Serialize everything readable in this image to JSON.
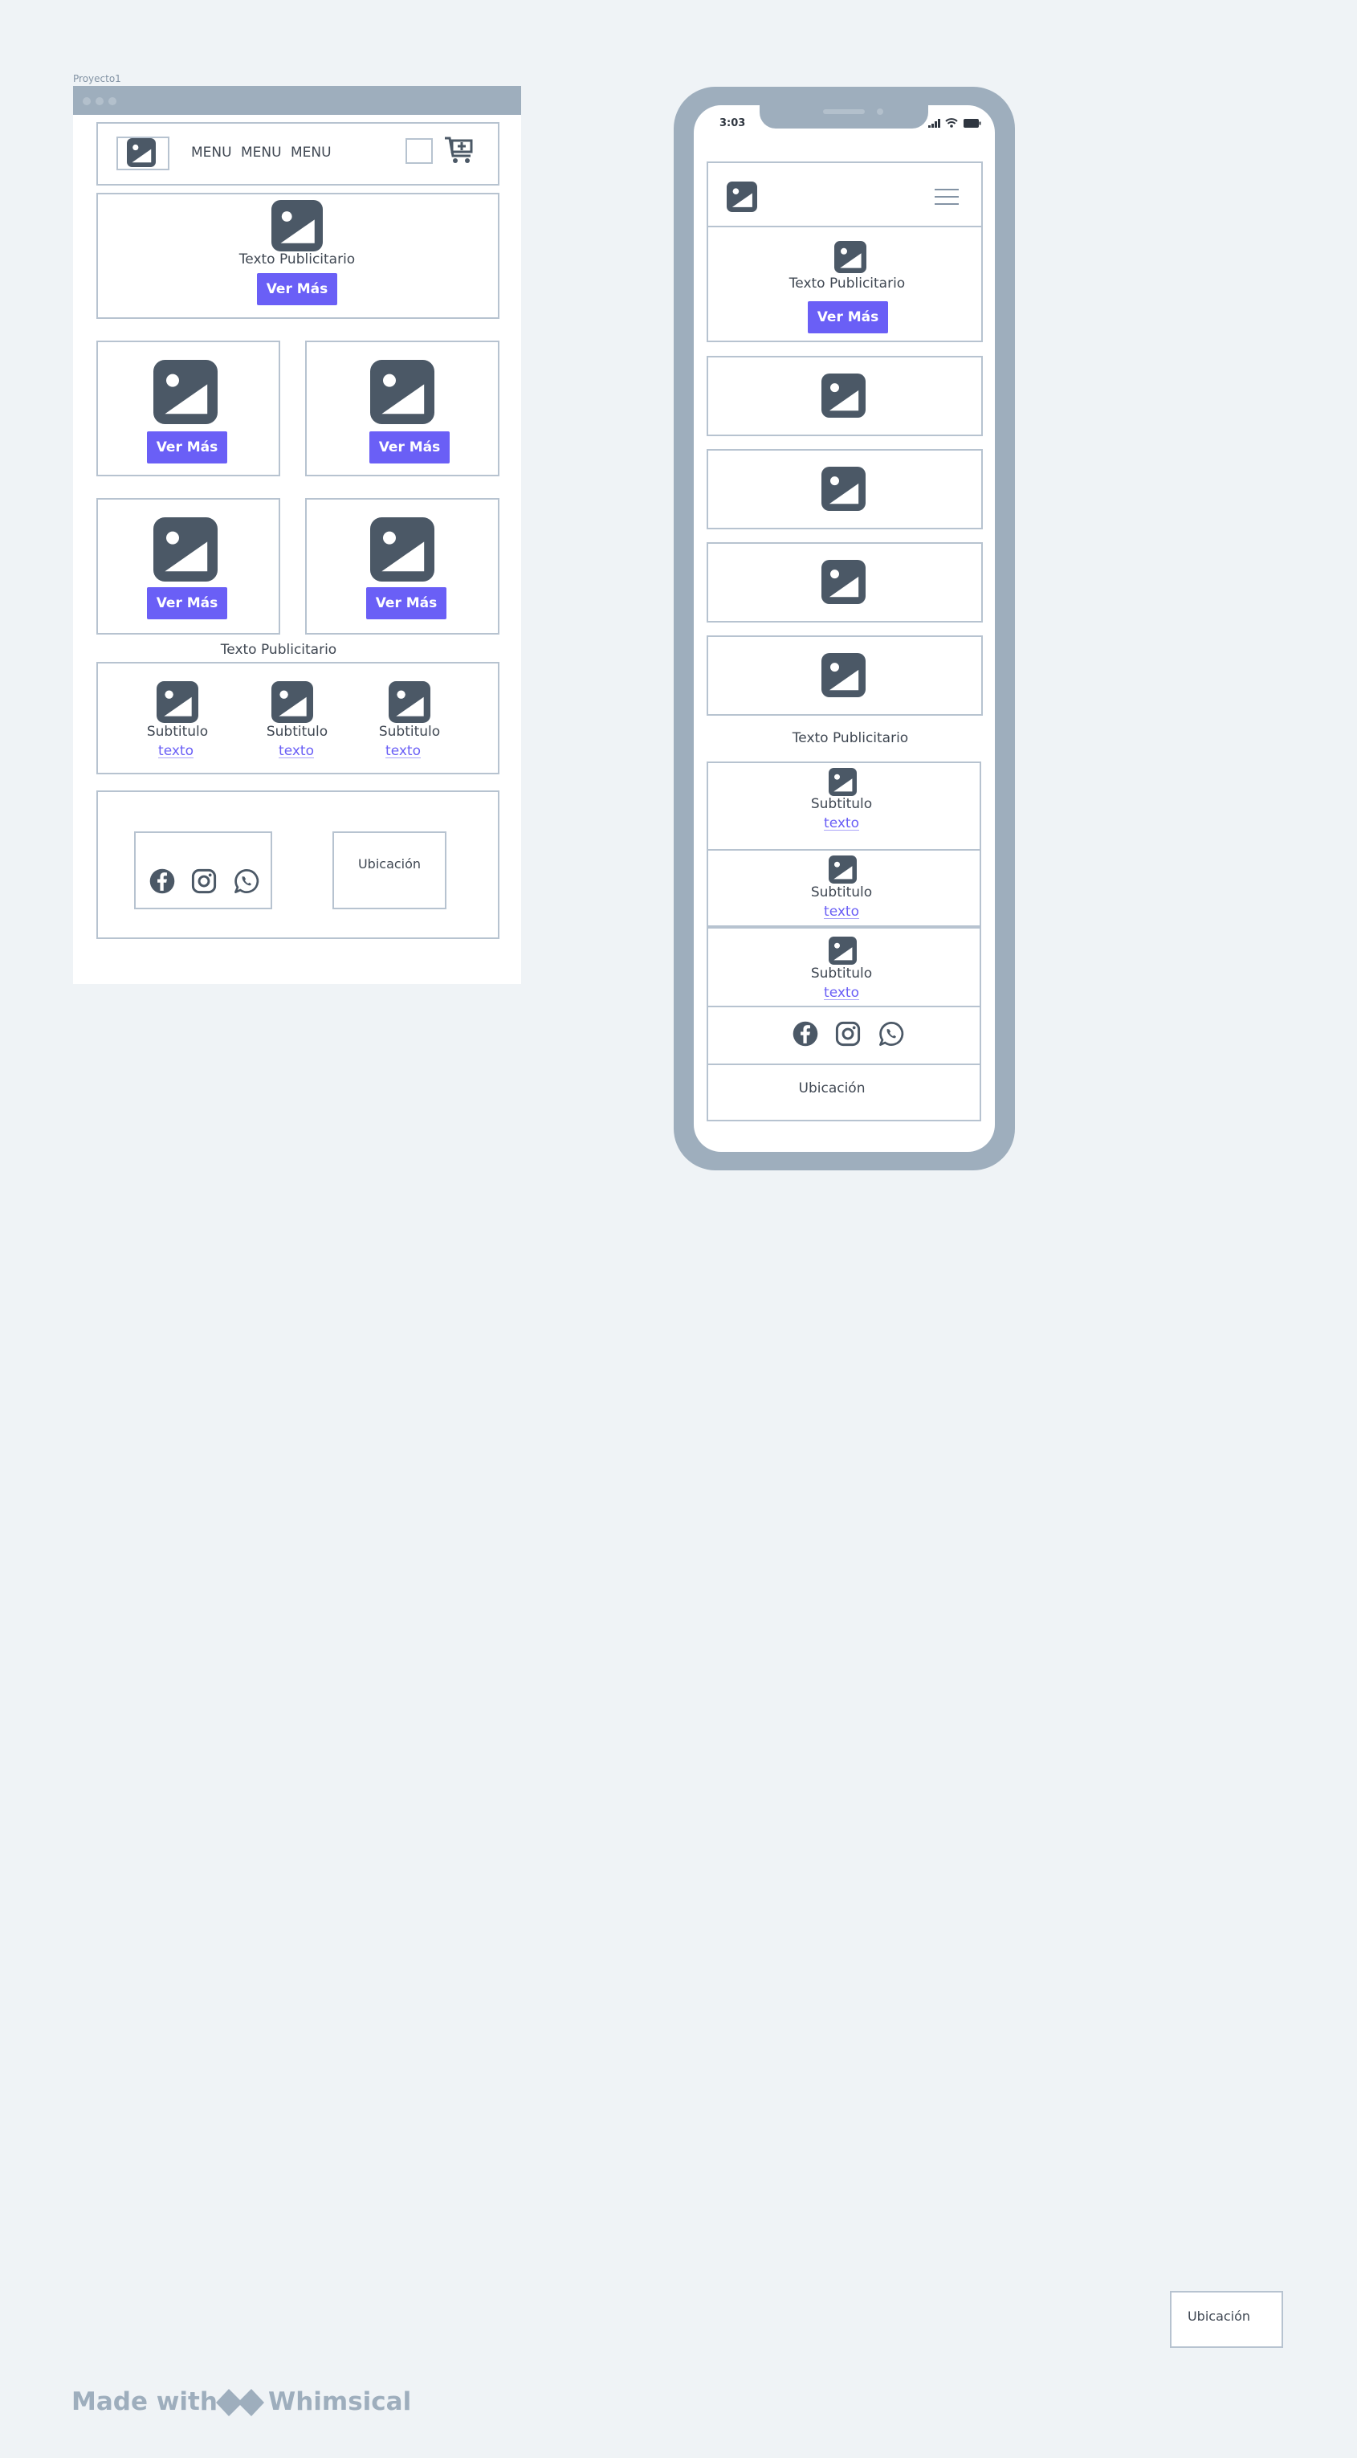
{
  "colors": {
    "background": "#eff3f6",
    "accent": "#6a5ff6",
    "border": "#b7c3d0",
    "chrome": "#9eaebd",
    "icon": "#4b5866"
  },
  "desktop": {
    "project_label": "Proyecto1",
    "nav": {
      "menu_items": [
        "MENU",
        "MENU",
        "MENU"
      ]
    },
    "hero": {
      "text": "Texto Publicitario",
      "button": "Ver Más"
    },
    "cards": [
      {
        "button": "Ver Más"
      },
      {
        "button": "Ver Más"
      },
      {
        "button": "Ver Más"
      },
      {
        "button": "Ver Más"
      }
    ],
    "promo_text": "Texto Publicitario",
    "features": [
      {
        "subtitle": "Subtitulo",
        "link": "texto"
      },
      {
        "subtitle": "Subtitulo",
        "link": "texto"
      },
      {
        "subtitle": "Subtitulo",
        "link": "texto"
      }
    ],
    "footer": {
      "social_icons": [
        "facebook-icon",
        "instagram-icon",
        "whatsapp-icon"
      ],
      "location": "Ubicación"
    }
  },
  "mobile": {
    "status": {
      "time": "3:03"
    },
    "hero": {
      "text": "Texto Publicitario",
      "button": "Ver Más"
    },
    "promo_text": "Texto Publicitario",
    "features": [
      {
        "subtitle": "Subtitulo",
        "link": "texto"
      },
      {
        "subtitle": "Subtitulo",
        "link": "texto"
      },
      {
        "subtitle": "Subtitulo",
        "link": "texto"
      }
    ],
    "footer": {
      "social_icons": [
        "facebook-icon",
        "instagram-icon",
        "whatsapp-icon"
      ],
      "location": "Ubicación"
    }
  },
  "floating_box": {
    "label": "Ubicación"
  },
  "watermark": {
    "made_with": "Made with",
    "brand": "Whimsical"
  }
}
